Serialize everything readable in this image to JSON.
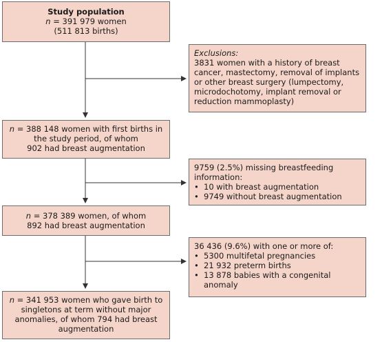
{
  "box1": {
    "title": "Study population",
    "n_prefix": "n",
    "n_rest": " = 391 979 women",
    "line3": "(511 813 births)"
  },
  "exclusions": {
    "heading": "Exclusions:",
    "lines": [
      "3831 women with a history of breast",
      "cancer, mastectomy, removal of implants",
      "or other breast surgery (lumpectomy,",
      "microdochotomy, implant removal  or",
      "reduction mammoplasty)"
    ]
  },
  "box2": {
    "n_prefix": "n",
    "line1_rest": " = 388 148 women with first births in",
    "line2": "the study period, of whom",
    "line3": "902 had breast augmentation"
  },
  "missing": {
    "line1": "9759 (2.5%) missing breastfeeding",
    "line2": "information:",
    "bullets": [
      "10 with breast augmentation",
      "9749 without breast augmentation"
    ]
  },
  "box3": {
    "n_prefix": "n",
    "line1_rest": " = 378 389 women, of whom",
    "line2": "892 had breast augmentation"
  },
  "multi": {
    "line1": "36 436 (9.6%) with one or more of:",
    "bullets": [
      "5300 multifetal pregnancies",
      "21 932 preterm births",
      "13 878 babies with a congenital"
    ],
    "continuation": "anomaly"
  },
  "box4": {
    "n_prefix": "n",
    "line1_rest": " = 341 953 women who gave birth to",
    "line2": "singletons at term without major",
    "line3": "anomalies, of whom 794 had breast",
    "line4": "augmentation"
  },
  "bullet_char": "•",
  "colors": {
    "box_fill": "#f5d5c9",
    "border": "#6b6b6b",
    "line": "#333333"
  }
}
